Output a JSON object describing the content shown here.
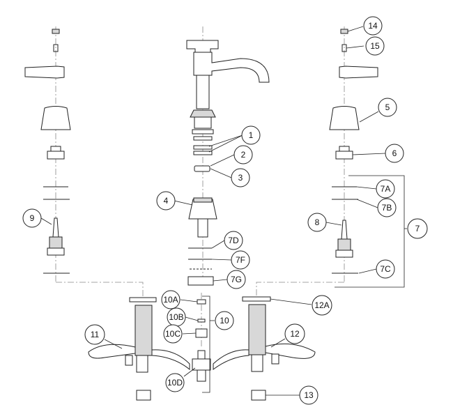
{
  "callouts": [
    {
      "id": "c1",
      "label": "1"
    },
    {
      "id": "c2",
      "label": "2"
    },
    {
      "id": "c3",
      "label": "3"
    },
    {
      "id": "c4",
      "label": "4"
    },
    {
      "id": "c5",
      "label": "5"
    },
    {
      "id": "c6",
      "label": "6"
    },
    {
      "id": "c7",
      "label": "7"
    },
    {
      "id": "c7A",
      "label": "7A"
    },
    {
      "id": "c7B",
      "label": "7B"
    },
    {
      "id": "c7C",
      "label": "7C"
    },
    {
      "id": "c7D",
      "label": "7D"
    },
    {
      "id": "c7F",
      "label": "7F"
    },
    {
      "id": "c7G",
      "label": "7G"
    },
    {
      "id": "c8",
      "label": "8"
    },
    {
      "id": "c9",
      "label": "9"
    },
    {
      "id": "c10",
      "label": "10"
    },
    {
      "id": "c10A",
      "label": "10A"
    },
    {
      "id": "c10B",
      "label": "10B"
    },
    {
      "id": "c10C",
      "label": "10C"
    },
    {
      "id": "c10D",
      "label": "10D"
    },
    {
      "id": "c11",
      "label": "11"
    },
    {
      "id": "c12",
      "label": "12"
    },
    {
      "id": "c12A",
      "label": "12A"
    },
    {
      "id": "c13",
      "label": "13"
    },
    {
      "id": "c14",
      "label": "14"
    },
    {
      "id": "c15",
      "label": "15"
    }
  ]
}
